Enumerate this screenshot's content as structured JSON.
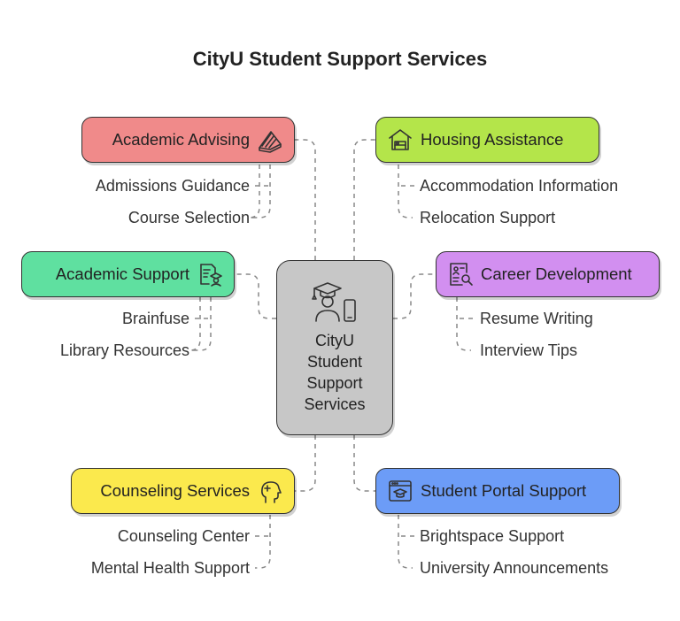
{
  "title": "CityU Student Support Services",
  "center": {
    "lines": [
      "CityU",
      "Student",
      "Support",
      "Services"
    ],
    "icon": "student-device-icon",
    "color": "#c7c7c7"
  },
  "branches": {
    "academic_advising": {
      "label": "Academic Advising",
      "icon": "book-icon",
      "color": "#f08a8a",
      "items": [
        "Admissions Guidance",
        "Course Selection"
      ]
    },
    "academic_support": {
      "label": "Academic Support",
      "icon": "student-document-icon",
      "color": "#5fe0a0",
      "items": [
        "Brainfuse",
        "Library Resources"
      ]
    },
    "counseling_services": {
      "label": "Counseling Services",
      "icon": "mental-health-icon",
      "color": "#fbe94d",
      "items": [
        "Counseling Center",
        "Mental Health Support"
      ]
    },
    "housing_assistance": {
      "label": "Housing Assistance",
      "icon": "home-bed-icon",
      "color": "#b4e54a",
      "items": [
        "Accommodation Information",
        "Relocation Support"
      ]
    },
    "career_development": {
      "label": "Career Development",
      "icon": "resume-search-icon",
      "color": "#d28ff0",
      "items": [
        "Resume Writing",
        "Interview Tips"
      ]
    },
    "student_portal_support": {
      "label": "Student Portal Support",
      "icon": "portal-graduation-icon",
      "color": "#6c9cf7",
      "items": [
        "Brightspace Support",
        "University Announcements"
      ]
    }
  }
}
